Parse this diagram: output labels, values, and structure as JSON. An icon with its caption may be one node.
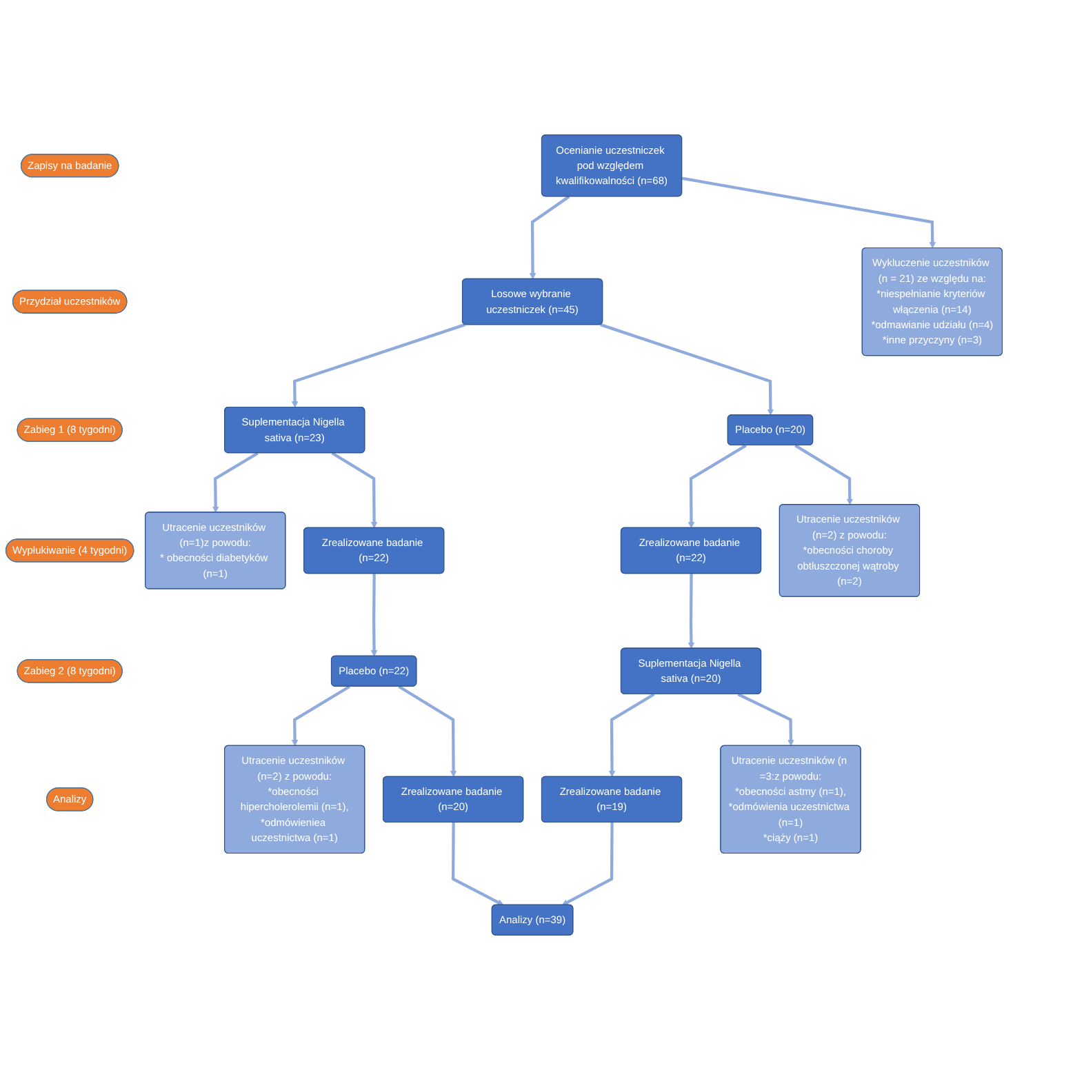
{
  "diagram": {
    "nodes": [
      {
        "text": [
          "Zapisy na badanie"
        ]
      },
      {
        "text": [
          "Ocenianie uczestniczek pod względem kwalifikowalności (n=68)"
        ]
      },
      {
        "text": [
          "Wykluczenie uczestników (n = 21) ze względu na:",
          "*niespełnianie kryteriów włączenia (n=14)",
          "*odmawianie udziału (n=4)",
          "*inne przyczyny (n=3)"
        ]
      },
      {
        "text": [
          "Przydział uczestników"
        ]
      },
      {
        "text": [
          "Losowe wybranie uczestniczek (n=45)"
        ]
      },
      {
        "text": [
          "Zabieg 1 (8 tygodni)"
        ]
      },
      {
        "text": [
          "Suplementacja Nigella sativa (n=23)"
        ]
      },
      {
        "text": [
          "Placebo (n=20)"
        ]
      },
      {
        "text": [
          "Utracenie uczestników (n=1)z powodu:",
          "* obecności diabetyków (n=1)"
        ]
      },
      {
        "text": [
          "Utracenie uczestników (n=2) z powodu:",
          "*obecności choroby obtłuszczonej wątroby (n=2)"
        ]
      },
      {
        "text": [
          "Zrealizowane badanie (n=22)"
        ]
      },
      {
        "text": [
          "Zrealizowane badanie (n=22)"
        ]
      },
      {
        "text": [
          "Wypłukiwanie (4 tygodni)"
        ]
      },
      {
        "text": [
          "Zabieg 2 (8 tygodni)"
        ]
      },
      {
        "text": [
          "Placebo (n=22)"
        ]
      },
      {
        "text": [
          "Suplementacja Nigella sativa (n=20)"
        ]
      },
      {
        "text": [
          "Utracenie uczestników (n=2) z powodu:",
          "*obecności hipercholerolemii (n=1),",
          "*odmówieniea uczestnictwa (n=1)"
        ]
      },
      {
        "text": [
          "Utracenie uczestników (n =3:z powodu:",
          "*obecności astmy (n=1),",
          "*odmówienia uczestnictwa (n=1)",
          "*ciąży (n=1)"
        ]
      },
      {
        "text": [
          "Zrealizowane badanie (n=20)"
        ]
      },
      {
        "text": [
          "Zrealizowane badanie (n=19)"
        ]
      },
      {
        "text": [
          "Analizy"
        ]
      },
      {
        "text": [
          "Analizy (n=39)"
        ]
      }
    ],
    "edges": [
      {
        "from": 1,
        "to": 4,
        "arrow": "to"
      },
      {
        "from": 1,
        "to": 2,
        "arrow": "to"
      },
      {
        "from": 4,
        "to": 6,
        "arrow": "to"
      },
      {
        "from": 4,
        "to": 7,
        "arrow": "to"
      },
      {
        "from": 6,
        "to": 8,
        "arrow": "to"
      },
      {
        "from": 6,
        "to": 10,
        "arrow": "to"
      },
      {
        "from": 7,
        "to": 11,
        "arrow": "to"
      },
      {
        "from": 7,
        "to": 9,
        "arrow": "to"
      },
      {
        "from": 10,
        "to": 14,
        "arrow": "to"
      },
      {
        "from": 11,
        "to": 15,
        "arrow": "to"
      },
      {
        "from": 14,
        "to": 16,
        "arrow": "to"
      },
      {
        "from": 14,
        "to": 18,
        "arrow": "to"
      },
      {
        "from": 15,
        "to": 19,
        "arrow": "to"
      },
      {
        "from": 15,
        "to": 17,
        "arrow": "to"
      },
      {
        "from": 18,
        "to": 21,
        "arrow": "to"
      },
      {
        "from": 19,
        "to": 21,
        "arrow": "to"
      }
    ]
  }
}
